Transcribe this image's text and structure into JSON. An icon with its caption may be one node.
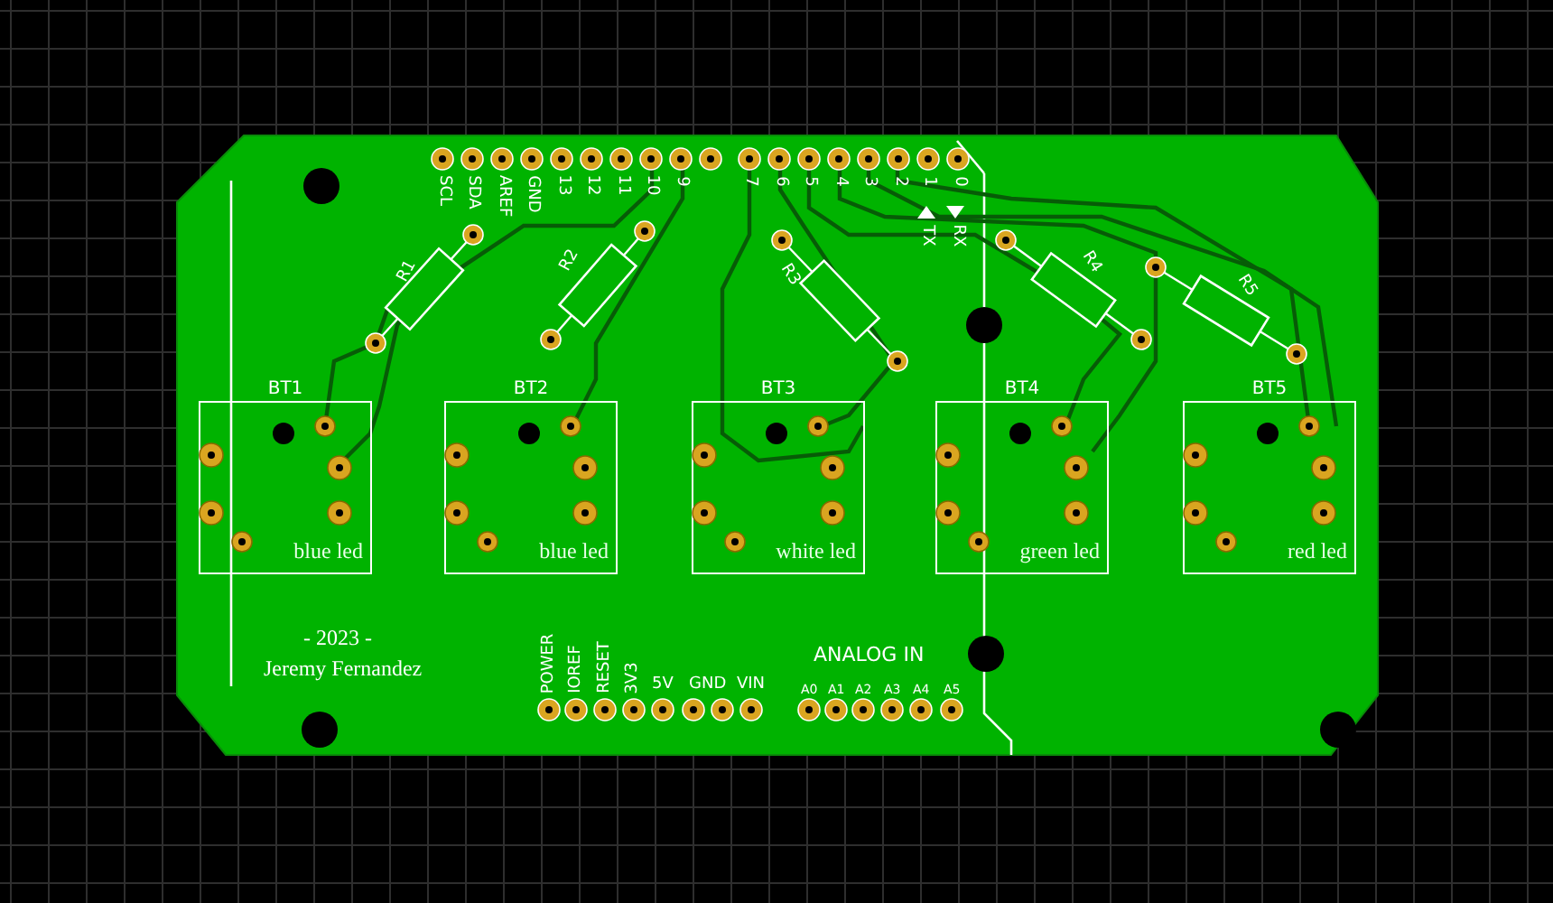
{
  "diagram": {
    "nodes": [
      {
        "text": [
          "blue led"
        ],
        "beside": [
          "BT1"
        ]
      },
      {
        "text": [
          "blue led"
        ],
        "beside": [
          "BT2"
        ]
      },
      {
        "text": [
          "white led"
        ],
        "beside": [
          "BT3"
        ]
      },
      {
        "text": [
          "green led"
        ],
        "beside": [
          "BT4"
        ]
      },
      {
        "text": [
          "red led"
        ],
        "beside": [
          "BT5"
        ]
      }
    ],
    "labels": [
      "SCL",
      "SDA",
      "AREF",
      "GND",
      "13",
      "12",
      "11",
      "10",
      "9",
      "7",
      "6",
      "5",
      "4",
      "3",
      "2",
      "1",
      "0",
      "TX",
      "RX",
      "R1",
      "R2",
      "R3",
      "R4",
      "R5",
      "POWER",
      "IOREF",
      "RESET",
      "3V3",
      "5V",
      "GND",
      "VIN",
      "ANALOG IN",
      "A0",
      "A1",
      "A2",
      "A3",
      "A4",
      "A5",
      "- 2023 -",
      "Jeremy Fernandez"
    ]
  }
}
